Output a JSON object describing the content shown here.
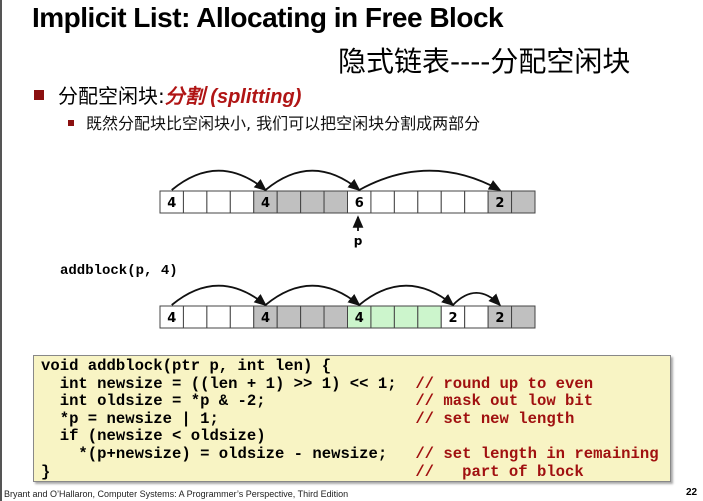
{
  "slide": {
    "title": "Implicit List: Allocating in Free Block",
    "subtitle": "隐式链表----分配空闲块",
    "bullet1_text": "分配空闲块:",
    "bullet1_emph": "分割 (splitting)",
    "bullet2": "既然分配块比空闲块小, 我们可以把空闲块分割成两部分",
    "call_label": "addblock(p, 4)",
    "pointer_label": "p",
    "footer": "Bryant and O’Hallaron, Computer Systems: A Programmer’s Perspective, Third Edition",
    "page_number": "22"
  },
  "colors": {
    "allocated": "#c0c0c0",
    "free": "#ffffff",
    "new": "#ccf5cc",
    "accent": "#8b1010",
    "comment": "#a01010"
  },
  "diagram": {
    "before": {
      "cells": [
        "4",
        "",
        "",
        "",
        "4",
        "",
        "",
        "",
        "6",
        "",
        "",
        "",
        "",
        "",
        "2",
        ""
      ],
      "kinds": [
        "free",
        "free",
        "free",
        "free",
        "allocated",
        "allocated",
        "allocated",
        "allocated",
        "free",
        "free",
        "free",
        "free",
        "free",
        "free",
        "allocated",
        "allocated"
      ],
      "links": [
        [
          0,
          4
        ],
        [
          4,
          8
        ],
        [
          8,
          14
        ]
      ],
      "pointer_cell": 8
    },
    "after": {
      "cells": [
        "4",
        "",
        "",
        "",
        "4",
        "",
        "",
        "",
        "4",
        "",
        "",
        "",
        "2",
        "",
        "2",
        ""
      ],
      "kinds": [
        "free",
        "free",
        "free",
        "free",
        "allocated",
        "allocated",
        "allocated",
        "allocated",
        "new",
        "new",
        "new",
        "new",
        "free",
        "free",
        "allocated",
        "allocated"
      ],
      "links": [
        [
          0,
          4
        ],
        [
          4,
          8
        ],
        [
          8,
          12
        ],
        [
          12,
          14
        ]
      ]
    }
  },
  "code": [
    {
      "text": "void addblock(ptr p, int len) {",
      "comment": ""
    },
    {
      "text": "  int newsize = ((len + 1) >> 1) << 1;  ",
      "comment": "// round up to even"
    },
    {
      "text": "  int oldsize = *p & -2;                ",
      "comment": "// mask out low bit"
    },
    {
      "text": "  *p = newsize | 1;                     ",
      "comment": "// set new length"
    },
    {
      "text": "  if (newsize < oldsize)",
      "comment": ""
    },
    {
      "text": "    *(p+newsize) = oldsize - newsize;   ",
      "comment": "// set length in remaining"
    },
    {
      "text": "}                                       ",
      "comment": "//   part of block"
    }
  ]
}
